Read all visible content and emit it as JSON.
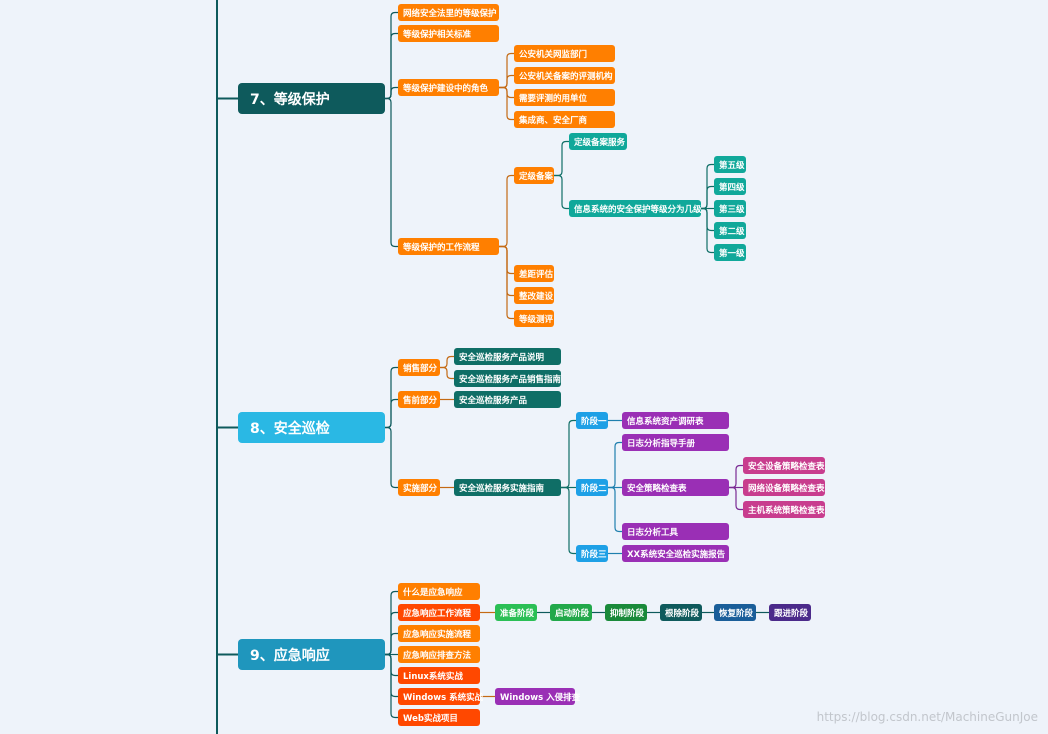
{
  "colors": {
    "line_main": "#0e5a5c",
    "line_orange": "#c46a14",
    "line_teal": "#0f6e66",
    "line_blue": "#1f7fae",
    "line_purple": "#7a2b94",
    "background": "#eef3fa"
  },
  "s7": {
    "title": "7、等级保护",
    "items": {
      "law": "网络安全法里的等级保护",
      "std": "等级保护相关标准",
      "roles": "等级保护建设中的角色",
      "flow": "等级保护的工作流程"
    },
    "roles": [
      "公安机关网监部门",
      "公安机关备案的评测机构",
      "需要评测的用单位",
      "集成商、安全厂商"
    ],
    "grading": "定级备案",
    "grading_service": "定级备案服务",
    "levels_title": "信息系统的安全保护等级分为几级",
    "levels": [
      "第五级",
      "第四级",
      "第三级",
      "第二级",
      "第一级"
    ],
    "steps": [
      "差距评估",
      "整改建设",
      "等级测评"
    ]
  },
  "s8": {
    "title": "8、安全巡检",
    "sales": "销售部分",
    "presale": "售前部分",
    "impl": "实施部分",
    "sales_items": [
      "安全巡检服务产品说明",
      "安全巡检服务产品销售指南"
    ],
    "presale_item": "安全巡检服务产品",
    "impl_item": "安全巡检服务实施指南",
    "stage1": "阶段一",
    "stage2": "阶段二",
    "stage3": "阶段三",
    "stage1_item": "信息系统资产调研表",
    "stage2_items": [
      "日志分析指导手册",
      "安全策略检查表",
      "日志分析工具"
    ],
    "policy_items": [
      "安全设备策略检查表",
      "网络设备策略检查表",
      "主机系统策略检查表"
    ],
    "stage3_item": "XX系统安全巡检实施报告"
  },
  "s9": {
    "title": "9、应急响应",
    "items": [
      "什么是应急响应",
      "应急响应工作流程",
      "应急响应实施流程",
      "应急响应排查方法",
      "Linux系统实战",
      "Windows 系统实战",
      "Web实战项目"
    ],
    "phases": [
      "准备阶段",
      "启动阶段",
      "抑制阶段",
      "根除阶段",
      "恢复阶段",
      "跟进阶段"
    ],
    "phase_colors": [
      "#2bbf55",
      "#22a84a",
      "#1a8a3a",
      "#0f5a5c",
      "#1a5e99",
      "#4b2a8a"
    ],
    "windows_sub": "Windows 入侵排查"
  },
  "watermark": "https://blog.csdn.net/MachineGunJoe"
}
